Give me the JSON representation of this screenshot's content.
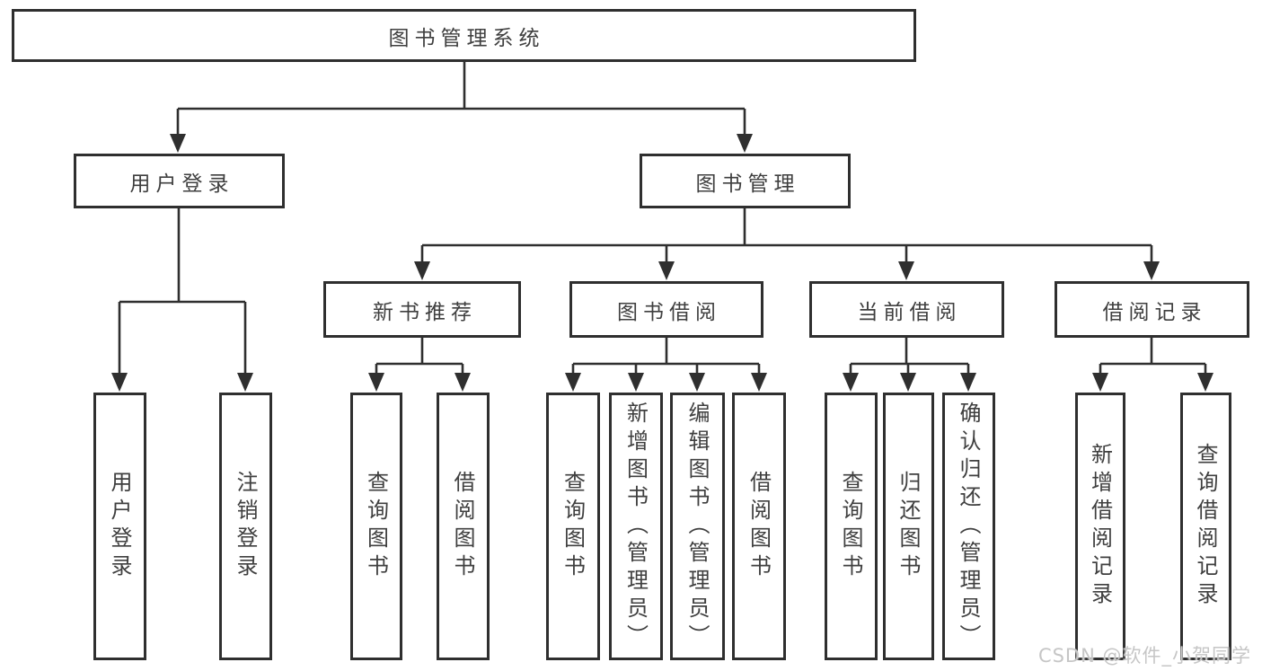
{
  "diagram": {
    "title": "图书管理系统",
    "branches": [
      {
        "label": "用户登录",
        "children": [
          {
            "label": "用户登录"
          },
          {
            "label": "注销登录"
          }
        ]
      },
      {
        "label": "图书管理",
        "children": [
          {
            "label": "新书推荐",
            "children": [
              {
                "label": "查询图书"
              },
              {
                "label": "借阅图书"
              }
            ]
          },
          {
            "label": "图书借阅",
            "children": [
              {
                "label": "查询图书"
              },
              {
                "label": "新增图书（管理员）"
              },
              {
                "label": "编辑图书（管理员）"
              },
              {
                "label": "借阅图书"
              }
            ]
          },
          {
            "label": "当前借阅",
            "children": [
              {
                "label": "查询图书"
              },
              {
                "label": "归还图书"
              },
              {
                "label": "确认归还（管理员）"
              }
            ]
          },
          {
            "label": "借阅记录",
            "children": [
              {
                "label": "新增借阅记录"
              },
              {
                "label": "查询借阅记录"
              }
            ]
          }
        ]
      }
    ]
  },
  "watermark": {
    "text": "CSDN @软件_小贺同学"
  },
  "colors": {
    "line": "#2f2f2f",
    "box_border": "#2f2f2f",
    "text": "#3f3f3f",
    "background": "#ffffff",
    "watermark": "#c6c6c6"
  }
}
